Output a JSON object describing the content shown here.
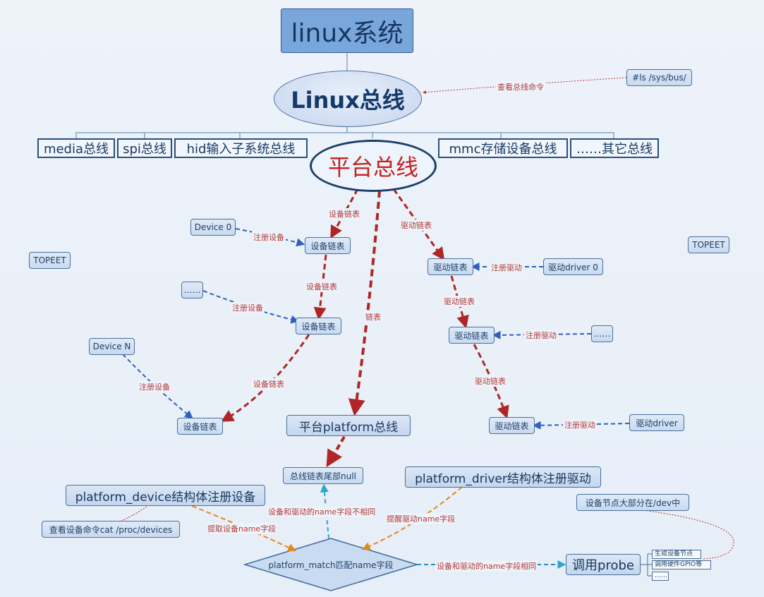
{
  "root": "linux系统",
  "linux_bus": "Linux总线",
  "cmd_label": "查看总线命令",
  "cmd": "#ls /sys/bus/",
  "buses": [
    "media总线",
    "spi总线",
    "hid输入子系统总线",
    "mmc存储设备总线",
    "……其它总线"
  ],
  "platform_bus": "平台总线",
  "topeet": "TOPEET",
  "devices": [
    "Device 0",
    "……",
    "Device N"
  ],
  "drivers": [
    "驱动driver 0",
    "……",
    "驱动driver"
  ],
  "dev_list": "设备链表",
  "drv_list": "驱动链表",
  "link_list": "链表",
  "reg_dev": "注册设备",
  "reg_drv": "注册驱动",
  "platform_bus_node": "平台platform总线",
  "null_node": "总线链表尾部null",
  "pdev": "platform_device结构体注册设备",
  "pdrv": "platform_driver结构体注册驱动",
  "cat_cmd": "查看设备命令cat /proc/devices",
  "dev_node_note": "设备节点大部分在/dev中",
  "extract_name": "提取设备name字段",
  "remind_name": "提醒驱动name字段",
  "name_diff": "设备和驱动的name字段不相同",
  "name_same": "设备和驱动的name字段相同",
  "match": "platform_match匹配name字段",
  "probe": "调用probe",
  "probe_items": [
    "生成设备节点",
    "调用硬件GPIO等",
    "……"
  ]
}
